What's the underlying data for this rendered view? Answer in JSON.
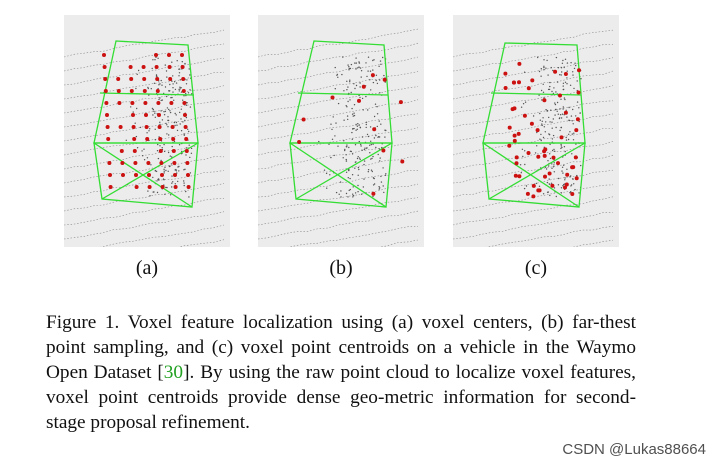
{
  "panels": [
    {
      "label": "(a)",
      "method": "voxel-centers"
    },
    {
      "label": "(b)",
      "method": "farthest-point-sampling"
    },
    {
      "label": "(c)",
      "method": "voxel-point-centroids"
    }
  ],
  "caption": {
    "prefix": "Figure 1. Voxel feature localization using (a) voxel centers, (b) far-thest point sampling, and (c) voxel point centroids on a vehicle in the Waymo Open Dataset [",
    "ref": "30",
    "suffix": "]. By using the raw point cloud to localize voxel features, voxel point centroids provide dense geo-metric information for second-stage proposal refinement."
  },
  "watermark": "CSDN @Lukas88664",
  "colors": {
    "box": "#33dd33",
    "points": "#cc1111",
    "lidar": "#8a8a8a",
    "background": "#ececec"
  }
}
